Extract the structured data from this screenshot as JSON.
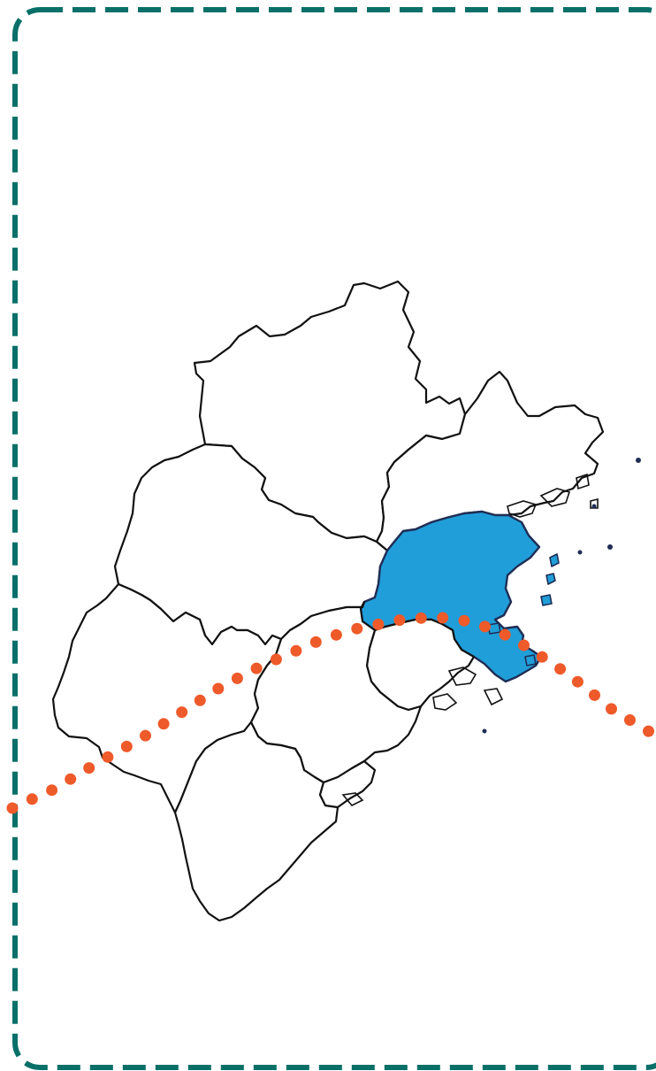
{
  "colors": {
    "frame": "#087068",
    "highlight": "#209ed9",
    "highlight_outline": "#1f2d55",
    "route": "#ef5a2a",
    "boundary": "#111111",
    "land": "#ffffff"
  },
  "map": {
    "highlighted_region": "fuzhou",
    "regions": [
      "nanping",
      "ningde",
      "sanming",
      "fuzhou",
      "putian",
      "longyan",
      "quanzhou",
      "zhangzhou",
      "xiamen"
    ]
  }
}
